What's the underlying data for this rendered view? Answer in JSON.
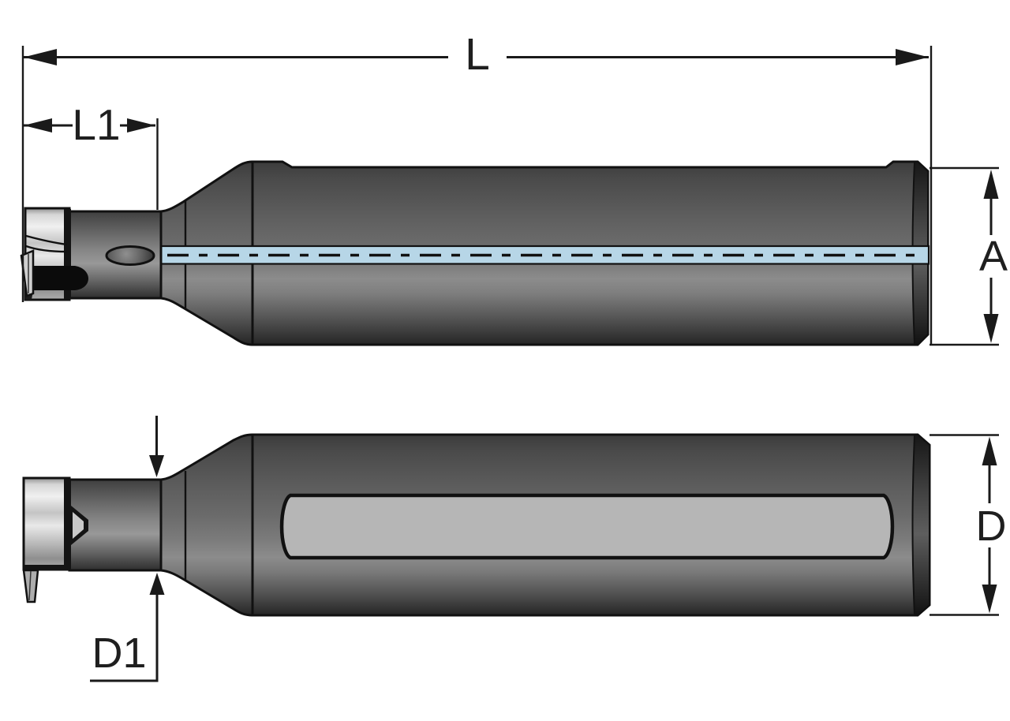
{
  "dimensions": {
    "overall_length_label": "L",
    "head_length_label": "L1",
    "shank_height_label": "A",
    "shank_diameter_label": "D",
    "cutter_diameter_label": "D1"
  },
  "colors": {
    "coolant_blue": "#b7d6e7",
    "flat_gray": "#b6b6b6",
    "outline_black": "#111111"
  }
}
